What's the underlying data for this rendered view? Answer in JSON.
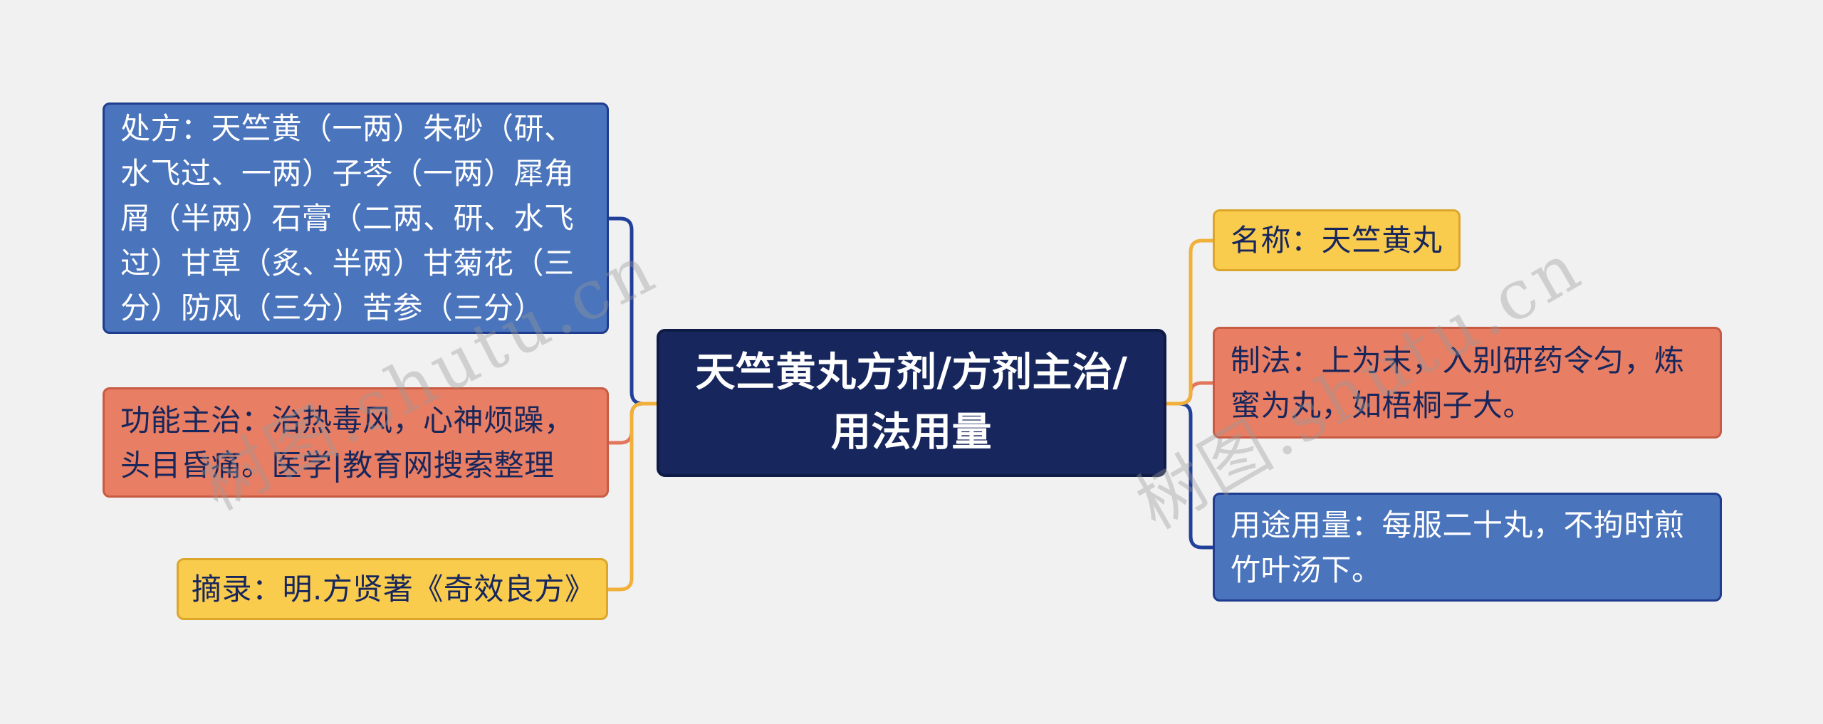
{
  "mindmap": {
    "root": {
      "full_text": "天竺黄丸方剂/方剂主治/用法用量",
      "lines": [
        "天竺黄丸方剂/方剂主治/",
        "用法用量"
      ]
    },
    "left": [
      {
        "id": "prescription",
        "text": "处方：天竺黄（一两）朱砂（研、水飞过、一两）子芩（一两）犀角屑（半两）石膏（二两、研、水飞过）甘草（炙、半两）甘菊花（三分）防风（三分）苦参（三分）"
      },
      {
        "id": "indications",
        "text": "功能主治：治热毒风，心神烦躁，头目昏痛。医学|教育网搜索整理"
      },
      {
        "id": "excerpt",
        "text": "摘录：明.方贤著《奇效良方》"
      }
    ],
    "right": [
      {
        "id": "name",
        "text": "名称：天竺黄丸"
      },
      {
        "id": "method",
        "text": "制法：上为末，入别研药令匀，炼蜜为丸，如梧桐子大。"
      },
      {
        "id": "usage",
        "text": "用途用量：每服二十丸，不拘时煎竹叶汤下。"
      }
    ]
  },
  "watermark": {
    "text": "树图.shutu.cn"
  },
  "colors": {
    "canvas-bg": "#F1F1F2",
    "node-blue": "#4A74BC",
    "node-blue-border": "#1F3C8F",
    "node-salmon": "#E87E63",
    "node-salmon-border": "#C75B43",
    "node-yellow": "#FACC4D",
    "node-yellow-border": "#DCA62B",
    "node-navy": "#17265C",
    "node-navy-border": "#0E1B46",
    "edge-blue": "#21409A",
    "edge-salmon": "#E2765C",
    "edge-yellow": "#F0B03A",
    "text-dark": "#17265C",
    "text-light": "#FFFFFF",
    "watermark": "#9A9A9A"
  }
}
